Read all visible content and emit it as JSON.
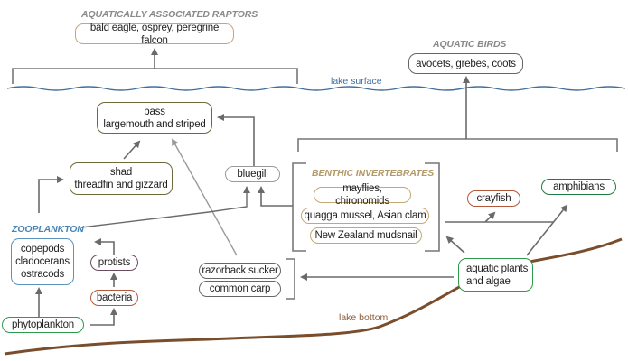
{
  "colors": {
    "raptor": "#b39a68",
    "olive": "#6e6b3a",
    "zoo": "#4a86b5",
    "benthic": "#b39a68",
    "green": "#2e9a4e",
    "red": "#b5583a",
    "purple": "#6b4a5e",
    "gray": "#777777",
    "surface": "#3f6fa0",
    "bottom": "#7a4e2c"
  },
  "categories": {
    "raptors": "AQUATICALLY ASSOCIATED RAPTORS",
    "aquatic_birds": "AQUATIC BIRDS",
    "zooplankton": "ZOOPLANKTON",
    "benthic": "BENTHIC INVERTEBRATES"
  },
  "labels": {
    "lake_surface": "lake surface",
    "lake_bottom": "lake bottom"
  },
  "nodes": {
    "raptors": [
      "bald eagle, osprey, peregrine falcon"
    ],
    "aquatic_birds": [
      "avocets, grebes, coots"
    ],
    "bass": [
      "bass",
      "largemouth and striped"
    ],
    "shad": [
      "shad",
      "threadfin and gizzard"
    ],
    "bluegill": [
      "bluegill"
    ],
    "mayflies": [
      "mayflies, chironomids"
    ],
    "quagga": [
      "quagga mussel, Asian clam"
    ],
    "mudsnail": [
      "New Zealand mudsnail"
    ],
    "crayfish": [
      "crayfish"
    ],
    "amphibians": [
      "amphibians"
    ],
    "zooplankton": [
      "copepods",
      "cladocerans",
      "ostracods"
    ],
    "protists": [
      "protists"
    ],
    "bacteria": [
      "bacteria"
    ],
    "phytoplankton": [
      "phytoplankton"
    ],
    "razorback": [
      "razorback sucker"
    ],
    "carp": [
      "common carp"
    ],
    "plants": [
      "aquatic plants",
      "and algae"
    ]
  }
}
